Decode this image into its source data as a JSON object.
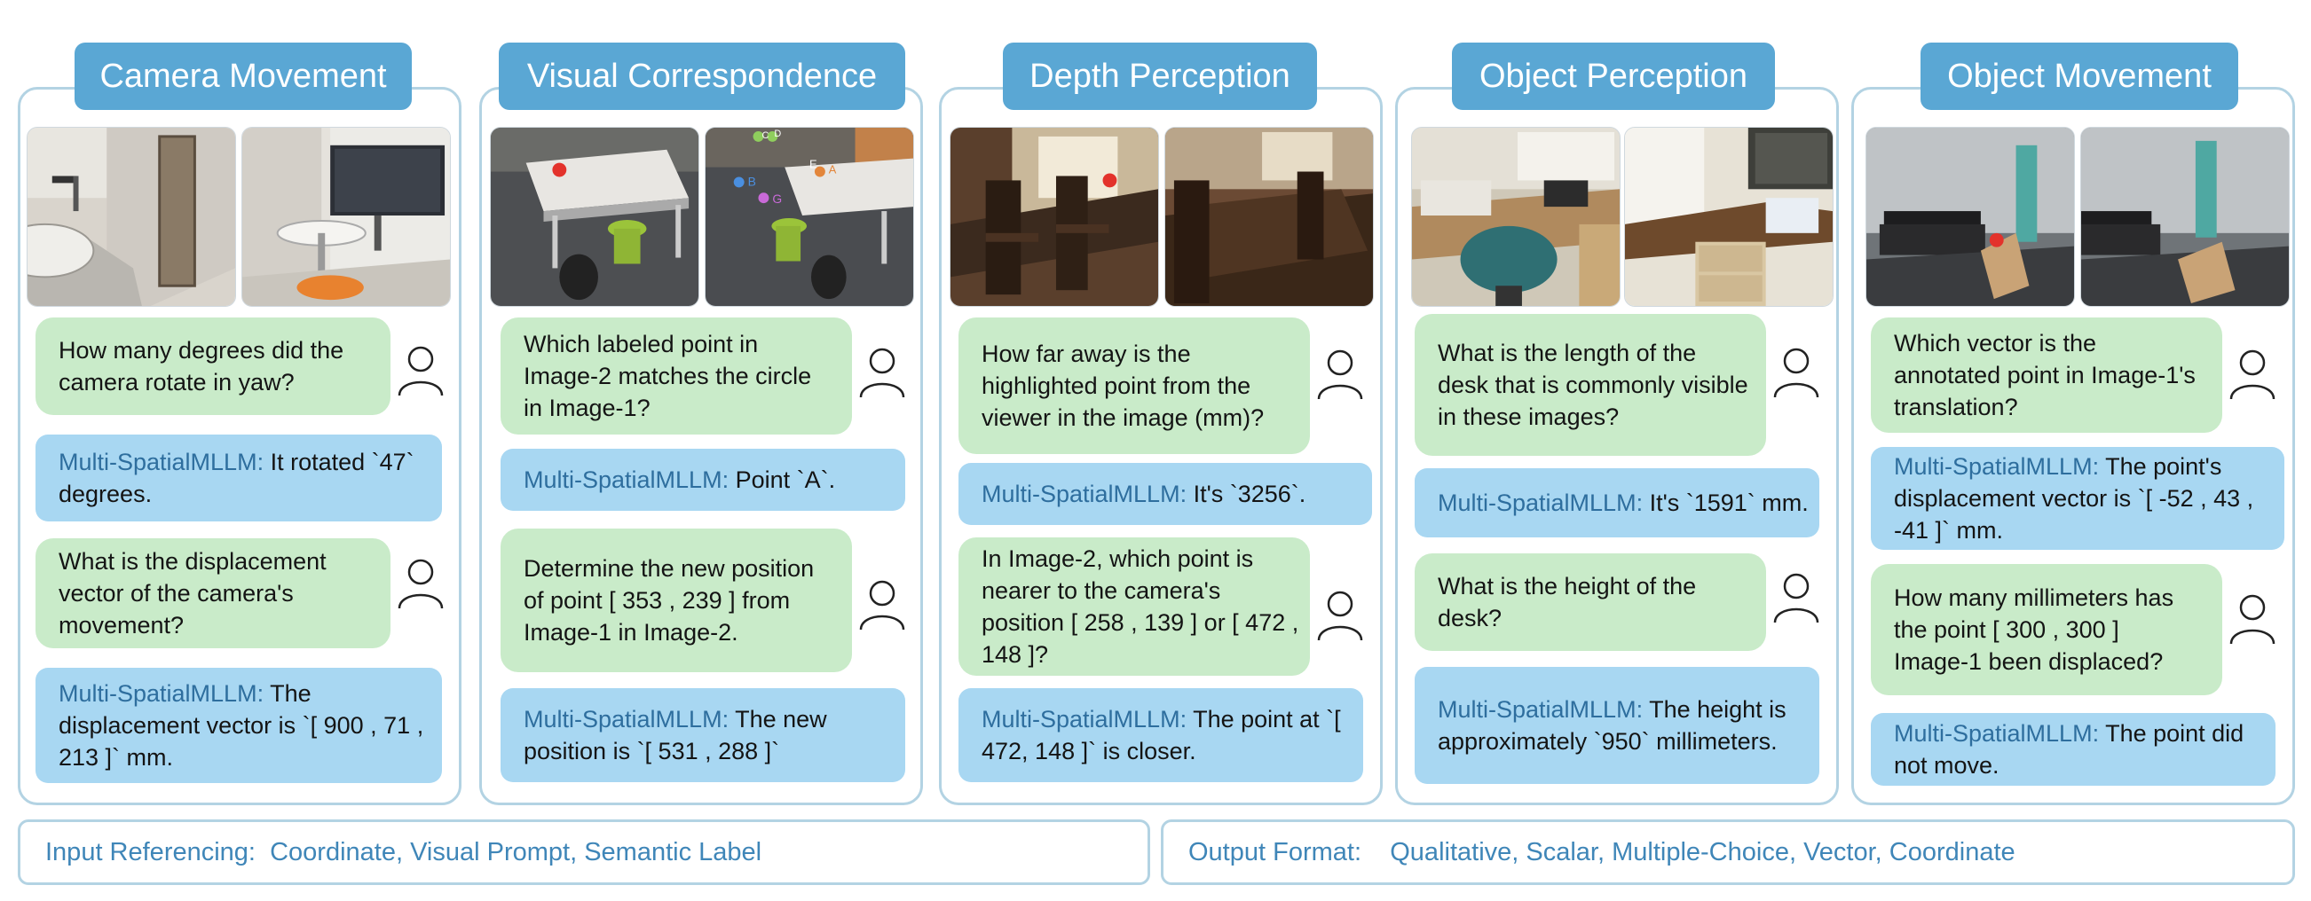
{
  "model_label": "Multi-SpatialMLLM:",
  "panels": [
    {
      "title": "Camera Movement",
      "qa": [
        {
          "q": "How many degrees did the camera rotate in yaw?",
          "a": " It rotated `47` degrees."
        },
        {
          "q": "What is the displacement vector of the camera's movement?",
          "a": " The displacement vector is `[ 900 , 71 , 213 ]` mm."
        }
      ]
    },
    {
      "title": "Visual Correspondence",
      "point_labels": [
        "C",
        "D",
        "E",
        "A",
        "B",
        "G"
      ],
      "qa": [
        {
          "q": "Which labeled point in Image-2 matches the circle in Image-1?",
          "a": " Point `A`."
        },
        {
          "q": "Determine the new position of point [ 353 , 239 ] from Image-1 in Image-2.",
          "a": " The new position is `[ 531 , 288 ]`"
        }
      ]
    },
    {
      "title": "Depth Perception",
      "qa": [
        {
          "q": "How far away is the highlighted point from the viewer in the image (mm)?",
          "a": " It's `3256`."
        },
        {
          "q": "In Image-2, which point is nearer to the camera's position [ 258 , 139 ] or [ 472 , 148 ]?",
          "a": " The point at `[ 472, 148 ]` is closer."
        }
      ]
    },
    {
      "title": "Object Perception",
      "qa": [
        {
          "q": "What is the length of the desk that is commonly visible in these images?",
          "a": " It's `1591` mm."
        },
        {
          "q": "What is the height of the desk?",
          "a": " The height is approximately `950` millimeters."
        }
      ]
    },
    {
      "title": "Object Movement",
      "qa": [
        {
          "q": "Which vector is the annotated point in Image-1's translation?",
          "a": " The point's displacement vector is `[ -52 , 43 , -41 ]` mm."
        },
        {
          "q": "How many millimeters has the point [ 300 , 300 ] Image-1 been displaced?",
          "a": " The point did not move."
        }
      ]
    }
  ],
  "footer": {
    "input_label": "Input Referencing:",
    "input_values": "Coordinate, Visual Prompt, Semantic Label",
    "output_label": "Output Format:",
    "output_values": "Qualitative, Scalar, Multiple-Choice, Vector, Coordinate"
  },
  "colors": {
    "title_bg": "#5aa7d4",
    "panel_border": "#b3d3e3",
    "question_bg": "#c9ebc9",
    "answer_bg": "#a8d7f2",
    "model_text": "#2e6e9e",
    "footer_text": "#3f86b8"
  }
}
